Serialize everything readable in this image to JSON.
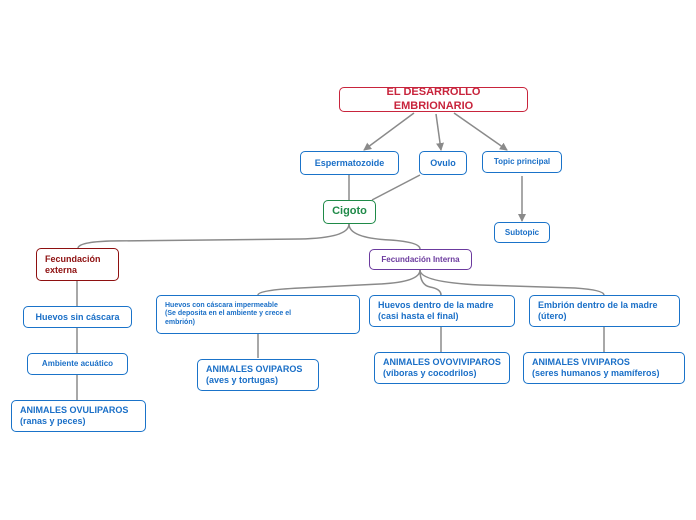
{
  "colors": {
    "connector": "#8a8a8a",
    "root": "#c8243c",
    "blue": "#1a6fc7",
    "green": "#1f8a48",
    "dark_red": "#8e1010",
    "purple": "#6b3a9e"
  },
  "nodes": {
    "root": "EL DESARROLLO EMBRIONARIO",
    "espermatozoide": "Espermatozoide",
    "ovulo": "Ovulo",
    "topic_principal": "Topic principal",
    "subtopic": "Subtopic",
    "cigoto": "Cigoto",
    "fecundacion_externa": "Fecundación\nexterna",
    "fecundacion_interna": "Fecundación Interna",
    "huevos_sin_cascara": "Huevos sin cáscara",
    "ambiente_acuatico": "Ambiente acuático",
    "animales_ovuliparos": "ANIMALES OVULIPAROS\n(ranas y peces)",
    "huevos_cascara": "Huevos con cáscara impermeable\n(Se deposita en el ambiente y crece el\nembrión)",
    "animales_oviparos": "ANIMALES OVIPAROS\n(aves y tortugas)",
    "huevos_dentro": "Huevos dentro de la madre\n(casi hasta el final)",
    "animales_ovoviviparos": "ANIMALES OVOVIVIPAROS\n(víboras y cocodrilos)",
    "embrion_dentro": "Embrión dentro de la madre\n(útero)",
    "animales_viviparos": "ANIMALES VIVIPAROS\n(seres humanos y mamíferos)"
  }
}
